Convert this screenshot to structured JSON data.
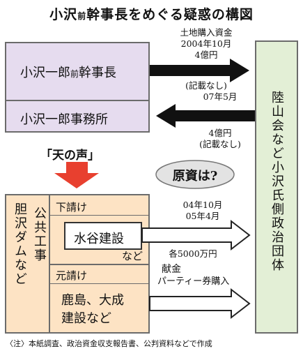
{
  "title_main": "小沢",
  "title_small": "前",
  "title_rest": "幹事長をめぐる疑惑の構図",
  "boxes": {
    "ozawa_name": "小沢一郎",
    "ozawa_small": "前",
    "ozawa_rest": "幹事長",
    "office": "小沢一郎事務所",
    "rikuzankai": "陸山会など小沢氏側政治団体",
    "public_works": "公共工事",
    "dam": "胆沢ダムなど",
    "subcontract_label": "下請け",
    "mizutani": "水谷建設",
    "nado": "など",
    "prime_label": "元請け",
    "kajima_1": "鹿島、大成",
    "kajima_2": "建設など"
  },
  "arrows": {
    "land_1": "土地購入資金",
    "land_2": "2004年10月",
    "land_3": "4億円",
    "land_4": "(記載なし)",
    "return_1": "07年5月",
    "return_2": "4億円",
    "return_3": "(記載なし)",
    "heaven_voice": "「天の声」",
    "source": "原資は?",
    "mizutani_1": "04年10月",
    "mizutani_2": "05年4月",
    "mizutani_3": "各5000万円",
    "donation_1": "献金",
    "donation_2": "パーティー券購入"
  },
  "note": "〈注〉本紙調査、政治資金収支報告書、公判資料などで作成"
}
